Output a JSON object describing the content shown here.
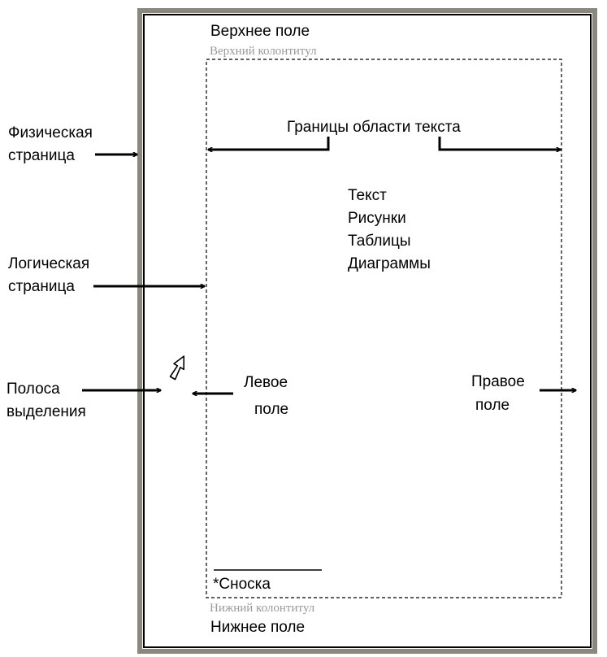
{
  "colors": {
    "page_border_outer": "#8a877f",
    "page_border_inner": "#d4d0c8",
    "ink": "#000000",
    "header_footer_text": "#9a9a9a"
  },
  "top_margin_label": "Верхнее поле",
  "header_label": "Верхний колонтитул",
  "text_bounds_label": "Границы области текста",
  "content_items": [
    "Текст",
    "Рисунки",
    "Таблицы",
    "Диаграммы"
  ],
  "physical_page_label": [
    "Физическая",
    "страница"
  ],
  "logical_page_label": [
    "Логическая",
    "страница"
  ],
  "selection_bar_label": [
    "Полоса",
    "выделения"
  ],
  "left_margin_label": [
    "Левое",
    "поле"
  ],
  "right_margin_label": [
    "Правое",
    "поле"
  ],
  "footnote_label": "*Сноска",
  "footer_label": "Нижний колонтитул",
  "bottom_margin_label": "Нижнее поле",
  "icons": {
    "cursor": "arrow-cursor-icon"
  }
}
